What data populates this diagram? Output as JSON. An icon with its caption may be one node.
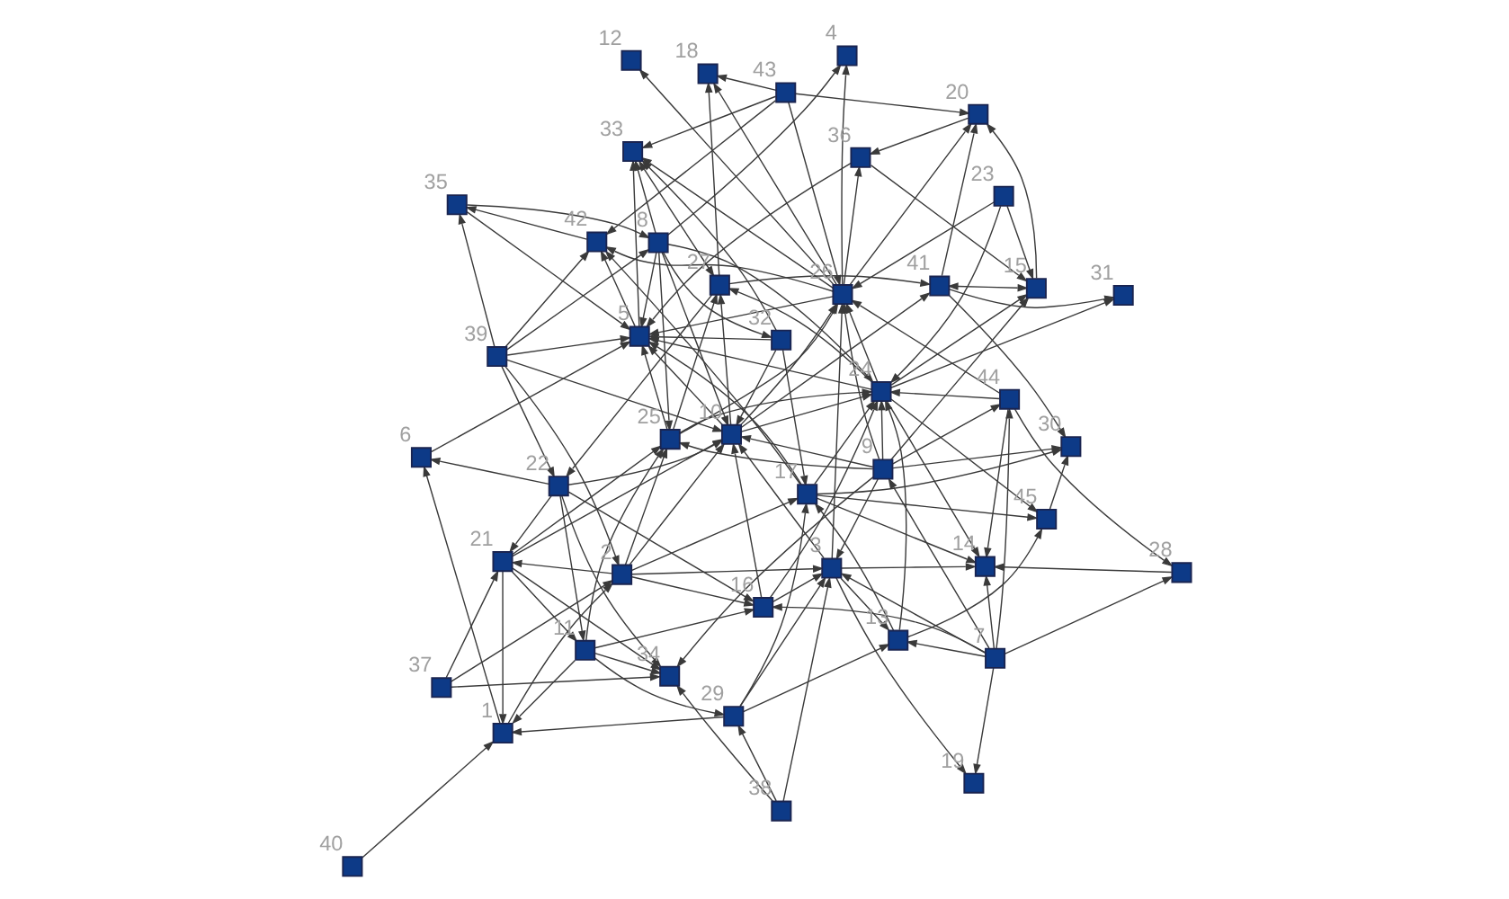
{
  "diagram": {
    "nodes": [
      {
        "text": [],
        "shape": "box",
        "beside": [
          "1"
        ]
      },
      {
        "text": [],
        "shape": "box",
        "beside": [
          "2"
        ]
      },
      {
        "text": [],
        "shape": "box",
        "beside": [
          "3"
        ]
      },
      {
        "text": [],
        "shape": "box",
        "beside": [
          "4"
        ]
      },
      {
        "text": [],
        "shape": "box",
        "beside": [
          "5"
        ]
      },
      {
        "text": [],
        "shape": "box",
        "beside": [
          "6"
        ]
      },
      {
        "text": [],
        "shape": "box",
        "beside": [
          "7"
        ]
      },
      {
        "text": [],
        "shape": "box",
        "beside": [
          "8"
        ]
      },
      {
        "text": [],
        "shape": "box",
        "beside": [
          "9"
        ]
      },
      {
        "text": [],
        "shape": "box",
        "beside": [
          "10"
        ]
      },
      {
        "text": [],
        "shape": "box",
        "beside": [
          "11"
        ]
      },
      {
        "text": [],
        "shape": "box",
        "beside": [
          "12"
        ]
      },
      {
        "text": [],
        "shape": "box",
        "beside": [
          "13"
        ]
      },
      {
        "text": [],
        "shape": "box",
        "beside": [
          "14"
        ]
      },
      {
        "text": [],
        "shape": "box",
        "beside": [
          "15"
        ]
      },
      {
        "text": [],
        "shape": "box",
        "beside": [
          "16"
        ]
      },
      {
        "text": [],
        "shape": "box",
        "beside": [
          "17"
        ]
      },
      {
        "text": [],
        "shape": "box",
        "beside": [
          "18"
        ]
      },
      {
        "text": [],
        "shape": "box",
        "beside": [
          "19"
        ]
      },
      {
        "text": [],
        "shape": "box",
        "beside": [
          "20"
        ]
      },
      {
        "text": [],
        "shape": "box",
        "beside": [
          "21"
        ]
      },
      {
        "text": [],
        "shape": "box",
        "beside": [
          "22"
        ]
      },
      {
        "text": [],
        "shape": "box",
        "beside": [
          "23"
        ]
      },
      {
        "text": [],
        "shape": "box",
        "beside": [
          "24"
        ]
      },
      {
        "text": [],
        "shape": "box",
        "beside": [
          "25"
        ]
      },
      {
        "text": [],
        "shape": "box",
        "beside": [
          "26"
        ]
      },
      {
        "text": [],
        "shape": "box",
        "beside": [
          "27"
        ]
      },
      {
        "text": [],
        "shape": "box",
        "beside": [
          "28"
        ]
      },
      {
        "text": [],
        "shape": "box",
        "beside": [
          "29"
        ]
      },
      {
        "text": [],
        "shape": "box",
        "beside": [
          "30"
        ]
      },
      {
        "text": [],
        "shape": "box",
        "beside": [
          "31"
        ]
      },
      {
        "text": [],
        "shape": "box",
        "beside": [
          "32"
        ]
      },
      {
        "text": [],
        "shape": "box",
        "beside": [
          "33"
        ]
      },
      {
        "text": [],
        "shape": "box",
        "beside": [
          "34"
        ]
      },
      {
        "text": [],
        "shape": "box",
        "beside": [
          "35"
        ]
      },
      {
        "text": [],
        "shape": "box",
        "beside": [
          "36"
        ]
      },
      {
        "text": [],
        "shape": "box",
        "beside": [
          "37"
        ]
      },
      {
        "text": [],
        "shape": "box",
        "beside": [
          "38"
        ]
      },
      {
        "text": [],
        "shape": "box",
        "beside": [
          "39"
        ]
      },
      {
        "text": [],
        "shape": "box",
        "beside": [
          "40"
        ]
      },
      {
        "text": [],
        "shape": "box",
        "beside": [
          "41"
        ]
      },
      {
        "text": [],
        "shape": "box",
        "beside": [
          "42"
        ]
      },
      {
        "text": [],
        "shape": "box",
        "beside": [
          "43"
        ]
      },
      {
        "text": [],
        "shape": "box",
        "beside": [
          "44"
        ]
      },
      {
        "text": [],
        "shape": "box",
        "beside": [
          "45"
        ]
      }
    ],
    "edges": [
      {
        "from": 39,
        "to": 0,
        "arrow": "to"
      },
      {
        "from": 0,
        "to": 5,
        "arrow": "to"
      },
      {
        "from": 21,
        "to": 5,
        "arrow": "to"
      },
      {
        "from": 5,
        "to": 4,
        "arrow": "to"
      },
      {
        "from": 0,
        "to": 1,
        "arrow": "to"
      },
      {
        "from": 20,
        "to": 0,
        "arrow": "to"
      },
      {
        "from": 10,
        "to": 0,
        "arrow": "to"
      },
      {
        "from": 36,
        "to": 1,
        "arrow": "to"
      },
      {
        "from": 36,
        "to": 20,
        "arrow": "to"
      },
      {
        "from": 36,
        "to": 33,
        "arrow": "to"
      },
      {
        "from": 28,
        "to": 0,
        "arrow": "to"
      },
      {
        "from": 21,
        "to": 33,
        "arrow": "to"
      },
      {
        "from": 38,
        "to": 34,
        "arrow": "to"
      },
      {
        "from": 34,
        "to": 7,
        "arrow": "to"
      },
      {
        "from": 34,
        "to": 4,
        "arrow": "to"
      },
      {
        "from": 41,
        "to": 34,
        "arrow": "to"
      },
      {
        "from": 38,
        "to": 21,
        "arrow": "to"
      },
      {
        "from": 38,
        "to": 1,
        "arrow": "to"
      },
      {
        "from": 38,
        "to": 41,
        "arrow": "to"
      },
      {
        "from": 38,
        "to": 9,
        "arrow": "to"
      },
      {
        "from": 38,
        "to": 7,
        "arrow": "to"
      },
      {
        "from": 38,
        "to": 4,
        "arrow": "to"
      },
      {
        "from": 21,
        "to": 9,
        "arrow": "to"
      },
      {
        "from": 26,
        "to": 21,
        "arrow": "to"
      },
      {
        "from": 21,
        "to": 20,
        "arrow": "to"
      },
      {
        "from": 21,
        "to": 10,
        "arrow": "to"
      },
      {
        "from": 21,
        "to": 15,
        "arrow": "to"
      },
      {
        "from": 31,
        "to": 9,
        "arrow": "to"
      },
      {
        "from": 7,
        "to": 31,
        "arrow": "to"
      },
      {
        "from": 31,
        "to": 4,
        "arrow": "to"
      },
      {
        "from": 31,
        "to": 32,
        "arrow": "to"
      },
      {
        "from": 7,
        "to": 9,
        "arrow": "to"
      },
      {
        "from": 7,
        "to": 24,
        "arrow": "to"
      },
      {
        "from": 7,
        "to": 23,
        "arrow": "to"
      },
      {
        "from": 7,
        "to": 3,
        "arrow": "to"
      },
      {
        "from": 25,
        "to": 3,
        "arrow": "to"
      },
      {
        "from": 7,
        "to": 4,
        "arrow": "to"
      },
      {
        "from": 7,
        "to": 32,
        "arrow": "to"
      },
      {
        "from": 9,
        "to": 4,
        "arrow": "to"
      },
      {
        "from": 24,
        "to": 4,
        "arrow": "to"
      },
      {
        "from": 23,
        "to": 4,
        "arrow": "to"
      },
      {
        "from": 16,
        "to": 4,
        "arrow": "to"
      },
      {
        "from": 25,
        "to": 4,
        "arrow": "to"
      },
      {
        "from": 35,
        "to": 4,
        "arrow": "to"
      },
      {
        "from": 42,
        "to": 41,
        "arrow": "to"
      },
      {
        "from": 4,
        "to": 41,
        "arrow": "to"
      },
      {
        "from": 25,
        "to": 41,
        "arrow": "to"
      },
      {
        "from": 16,
        "to": 41,
        "arrow": "to"
      },
      {
        "from": 42,
        "to": 32,
        "arrow": "to"
      },
      {
        "from": 4,
        "to": 32,
        "arrow": "to"
      },
      {
        "from": 25,
        "to": 32,
        "arrow": "to"
      },
      {
        "from": 26,
        "to": 32,
        "arrow": "both"
      },
      {
        "from": 42,
        "to": 17,
        "arrow": "to"
      },
      {
        "from": 42,
        "to": 19,
        "arrow": "to"
      },
      {
        "from": 42,
        "to": 25,
        "arrow": "to"
      },
      {
        "from": 26,
        "to": 17,
        "arrow": "to"
      },
      {
        "from": 25,
        "to": 17,
        "arrow": "to"
      },
      {
        "from": 25,
        "to": 35,
        "arrow": "to"
      },
      {
        "from": 19,
        "to": 35,
        "arrow": "to"
      },
      {
        "from": 35,
        "to": 14,
        "arrow": "to"
      },
      {
        "from": 9,
        "to": 26,
        "arrow": "to"
      },
      {
        "from": 24,
        "to": 26,
        "arrow": "to"
      },
      {
        "from": 23,
        "to": 26,
        "arrow": "to"
      },
      {
        "from": 26,
        "to": 40,
        "arrow": "to"
      },
      {
        "from": 25,
        "to": 19,
        "arrow": "to"
      },
      {
        "from": 40,
        "to": 19,
        "arrow": "to"
      },
      {
        "from": 14,
        "to": 19,
        "arrow": "to"
      },
      {
        "from": 23,
        "to": 14,
        "arrow": "to"
      },
      {
        "from": 8,
        "to": 14,
        "arrow": "to"
      },
      {
        "from": 14,
        "to": 40,
        "arrow": "both"
      },
      {
        "from": 22,
        "to": 14,
        "arrow": "to"
      },
      {
        "from": 9,
        "to": 40,
        "arrow": "to"
      },
      {
        "from": 40,
        "to": 29,
        "arrow": "to"
      },
      {
        "from": 40,
        "to": 30,
        "arrow": "to"
      },
      {
        "from": 25,
        "to": 11,
        "arrow": "to"
      },
      {
        "from": 23,
        "to": 30,
        "arrow": "to"
      },
      {
        "from": 8,
        "to": 29,
        "arrow": "to"
      },
      {
        "from": 16,
        "to": 29,
        "arrow": "to"
      },
      {
        "from": 44,
        "to": 29,
        "arrow": "to"
      },
      {
        "from": 22,
        "to": 25,
        "arrow": "to"
      },
      {
        "from": 23,
        "to": 13,
        "arrow": "to"
      },
      {
        "from": 16,
        "to": 13,
        "arrow": "to"
      },
      {
        "from": 2,
        "to": 13,
        "arrow": "to"
      },
      {
        "from": 43,
        "to": 13,
        "arrow": "to"
      },
      {
        "from": 6,
        "to": 13,
        "arrow": "to"
      },
      {
        "from": 27,
        "to": 13,
        "arrow": "to"
      },
      {
        "from": 43,
        "to": 27,
        "arrow": "to"
      },
      {
        "from": 6,
        "to": 27,
        "arrow": "to"
      },
      {
        "from": 16,
        "to": 44,
        "arrow": "to"
      },
      {
        "from": 23,
        "to": 44,
        "arrow": "to"
      },
      {
        "from": 12,
        "to": 44,
        "arrow": "to"
      },
      {
        "from": 2,
        "to": 12,
        "arrow": "to"
      },
      {
        "from": 6,
        "to": 12,
        "arrow": "to"
      },
      {
        "from": 28,
        "to": 12,
        "arrow": "to"
      },
      {
        "from": 12,
        "to": 16,
        "arrow": "to"
      },
      {
        "from": 8,
        "to": 43,
        "arrow": "to"
      },
      {
        "from": 6,
        "to": 43,
        "arrow": "to"
      },
      {
        "from": 43,
        "to": 23,
        "arrow": "to"
      },
      {
        "from": 6,
        "to": 15,
        "arrow": "to"
      },
      {
        "from": 6,
        "to": 8,
        "arrow": "to"
      },
      {
        "from": 6,
        "to": 2,
        "arrow": "to"
      },
      {
        "from": 6,
        "to": 18,
        "arrow": "to"
      },
      {
        "from": 2,
        "to": 18,
        "arrow": "to"
      },
      {
        "from": 37,
        "to": 33,
        "arrow": "to"
      },
      {
        "from": 37,
        "to": 28,
        "arrow": "to"
      },
      {
        "from": 37,
        "to": 2,
        "arrow": "to"
      },
      {
        "from": 10,
        "to": 28,
        "arrow": "to"
      },
      {
        "from": 28,
        "to": 2,
        "arrow": "to"
      },
      {
        "from": 28,
        "to": 16,
        "arrow": "to"
      },
      {
        "from": 20,
        "to": 33,
        "arrow": "to"
      },
      {
        "from": 10,
        "to": 33,
        "arrow": "to"
      },
      {
        "from": 8,
        "to": 33,
        "arrow": "to"
      },
      {
        "from": 1,
        "to": 15,
        "arrow": "to"
      },
      {
        "from": 10,
        "to": 15,
        "arrow": "to"
      },
      {
        "from": 15,
        "to": 2,
        "arrow": "to"
      },
      {
        "from": 8,
        "to": 2,
        "arrow": "to"
      },
      {
        "from": 8,
        "to": 23,
        "arrow": "to"
      },
      {
        "from": 8,
        "to": 25,
        "arrow": "to"
      },
      {
        "from": 8,
        "to": 24,
        "arrow": "to"
      },
      {
        "from": 8,
        "to": 9,
        "arrow": "to"
      },
      {
        "from": 20,
        "to": 24,
        "arrow": "to"
      },
      {
        "from": 10,
        "to": 24,
        "arrow": "to"
      },
      {
        "from": 1,
        "to": 24,
        "arrow": "to"
      },
      {
        "from": 1,
        "to": 20,
        "arrow": "to"
      },
      {
        "from": 20,
        "to": 10,
        "arrow": "to"
      },
      {
        "from": 9,
        "to": 23,
        "arrow": "to"
      },
      {
        "from": 9,
        "to": 25,
        "arrow": "to"
      },
      {
        "from": 24,
        "to": 23,
        "arrow": "to"
      },
      {
        "from": 24,
        "to": 25,
        "arrow": "to"
      },
      {
        "from": 23,
        "to": 25,
        "arrow": "to"
      },
      {
        "from": 16,
        "to": 23,
        "arrow": "to"
      },
      {
        "from": 1,
        "to": 16,
        "arrow": "to"
      },
      {
        "from": 15,
        "to": 23,
        "arrow": "to"
      },
      {
        "from": 2,
        "to": 25,
        "arrow": "to"
      },
      {
        "from": 15,
        "to": 9,
        "arrow": "to"
      },
      {
        "from": 2,
        "to": 9,
        "arrow": "to"
      },
      {
        "from": 20,
        "to": 9,
        "arrow": "to"
      },
      {
        "from": 1,
        "to": 9,
        "arrow": "to"
      },
      {
        "from": 43,
        "to": 25,
        "arrow": "to"
      },
      {
        "from": 12,
        "to": 23,
        "arrow": "to"
      },
      {
        "from": 22,
        "to": 23,
        "arrow": "to"
      },
      {
        "from": 1,
        "to": 2,
        "arrow": "to"
      },
      {
        "from": 31,
        "to": 16,
        "arrow": "to"
      }
    ]
  }
}
